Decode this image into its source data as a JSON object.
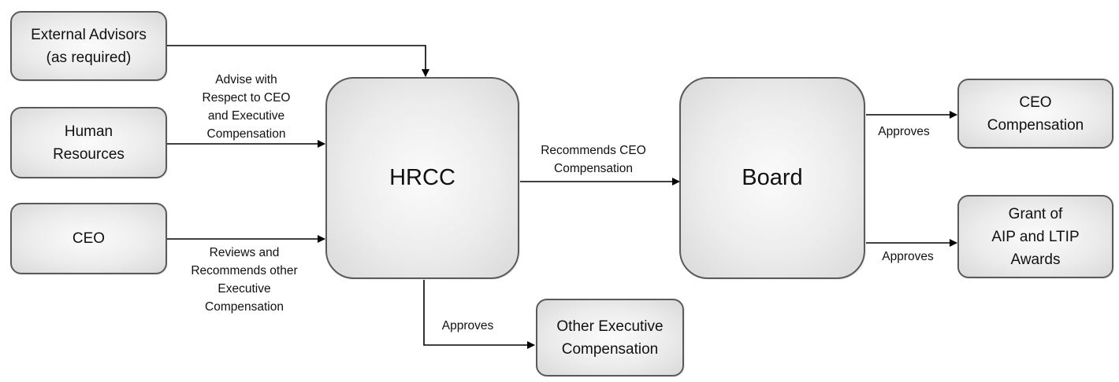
{
  "nodes": {
    "external_advisors": [
      "External Advisors",
      "(as required)"
    ],
    "human_resources": [
      "Human",
      "Resources"
    ],
    "ceo": [
      "CEO"
    ],
    "hrcc": [
      "HRCC"
    ],
    "board": [
      "Board"
    ],
    "ceo_compensation": [
      "CEO",
      "Compensation"
    ],
    "grant_awards": [
      "Grant of",
      "AIP and LTIP",
      "Awards"
    ],
    "other_exec_comp": [
      "Other Executive",
      "Compensation"
    ]
  },
  "edge_labels": {
    "advise": [
      "Advise with",
      "Respect to CEO",
      "and Executive",
      "Compensation"
    ],
    "reviews": [
      "Reviews and",
      "Recommends other",
      "Executive",
      "Compensation"
    ],
    "recommends": [
      "Recommends CEO",
      "Compensation"
    ],
    "approves_ceo_comp": "Approves",
    "approves_grant": "Approves",
    "approves_other": "Approves"
  }
}
